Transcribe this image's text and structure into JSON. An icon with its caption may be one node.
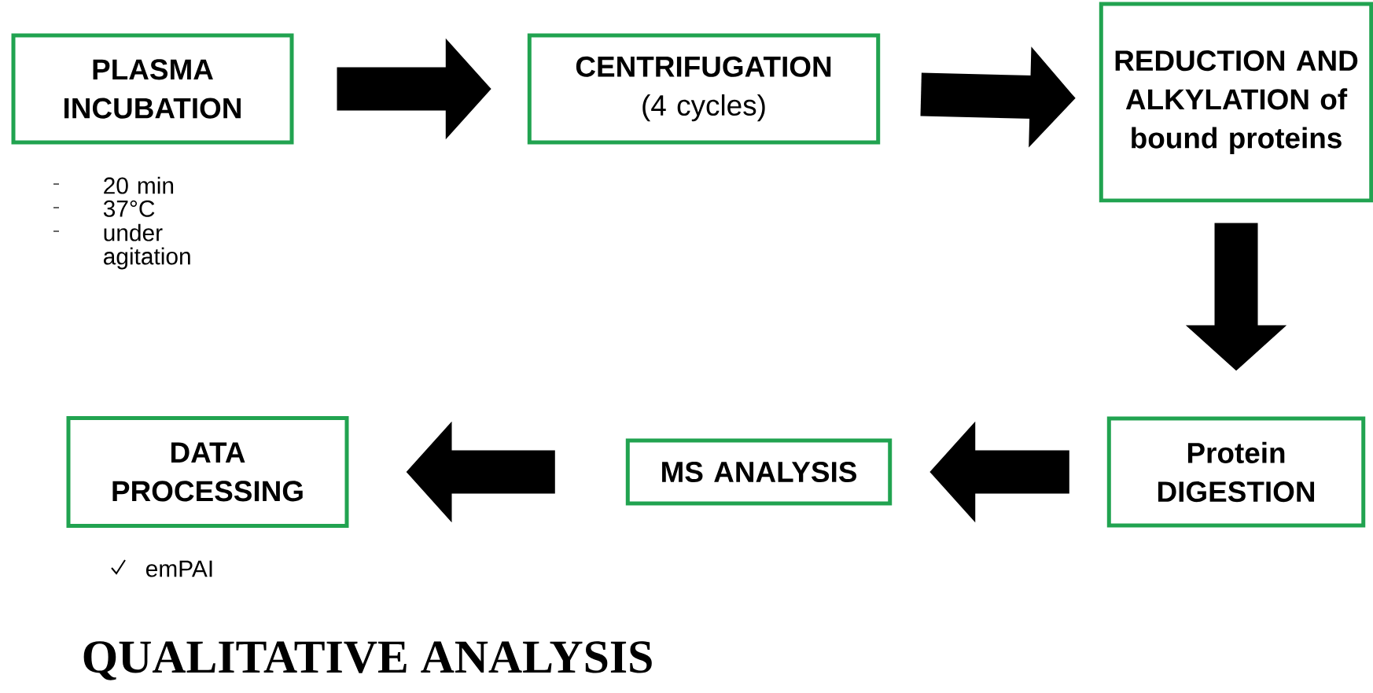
{
  "diagram": {
    "title": "QUALITATIVE ANALYSIS",
    "nodes": [
      {
        "text": [
          "PLASMA INCUBATION"
        ],
        "beside": [
          "20 min",
          "37°C",
          "under agitation"
        ]
      },
      {
        "text": [
          "CENTRIFUGATION",
          "(4 cycles)"
        ]
      },
      {
        "text": [
          "REDUCTION AND ALKYLATION of bound proteins"
        ]
      },
      {
        "text": [
          "Protein DIGESTION"
        ]
      },
      {
        "text": [
          "MS ANALYSIS"
        ]
      },
      {
        "text": [
          "DATA PROCESSING"
        ],
        "beside": [
          "emPAI"
        ]
      }
    ],
    "edges": [
      {
        "from": 0,
        "to": 1,
        "arrow": "to"
      },
      {
        "from": 1,
        "to": 2,
        "arrow": "to"
      },
      {
        "from": 2,
        "to": 3,
        "arrow": "to"
      },
      {
        "from": 3,
        "to": 4,
        "arrow": "to"
      },
      {
        "from": 4,
        "to": 5,
        "arrow": "to"
      }
    ]
  }
}
